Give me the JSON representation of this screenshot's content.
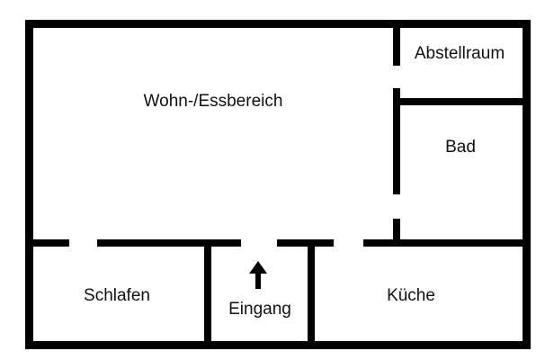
{
  "floor_plan": {
    "rooms": {
      "living_dining": "Wohn-/Essbereich",
      "storage": "Abstellraum",
      "bathroom": "Bad",
      "bedroom": "Schlafen",
      "entrance": "Eingang",
      "kitchen": "Küche"
    },
    "entrance_icon": "arrow-up-icon",
    "colors": {
      "walls": "#000000",
      "background": "#ffffff",
      "text": "#111111"
    }
  }
}
